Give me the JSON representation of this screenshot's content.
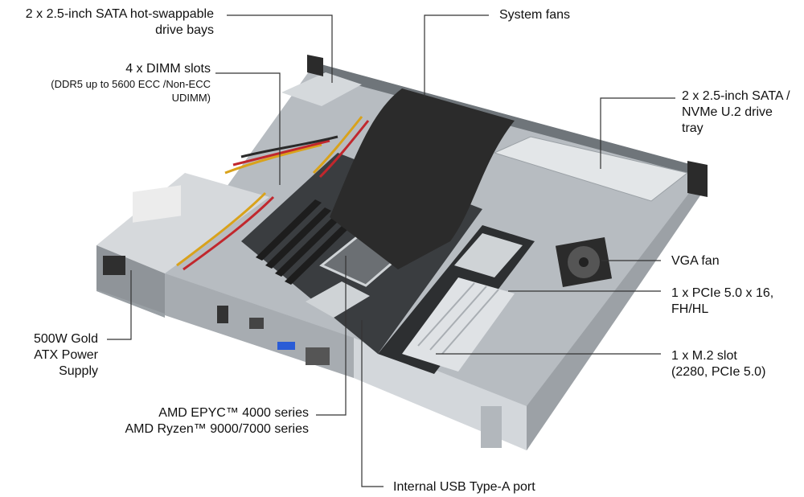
{
  "callouts": {
    "sata_bays": {
      "line1": "2 x 2.5-inch SATA hot-swappable",
      "line2": "drive bays"
    },
    "dimm": {
      "line1": "4 x DIMM slots",
      "line2": "(DDR5 up to 5600 ECC /Non-ECC",
      "line3": "UDIMM)"
    },
    "system_fans": {
      "line1": "System fans"
    },
    "nvme_tray": {
      "line1": "2 x 2.5-inch SATA /",
      "line2": "NVMe U.2 drive",
      "line3": "tray"
    },
    "vga_fan": {
      "line1": "VGA fan"
    },
    "pcie": {
      "line1": "1 x PCIe 5.0 x 16,",
      "line2": "FH/HL"
    },
    "m2": {
      "line1": "1 x M.2 slot",
      "line2": "(2280, PCIe 5.0)"
    },
    "psu": {
      "line1": "500W Gold",
      "line2": "ATX Power",
      "line3": "Supply"
    },
    "cpu": {
      "line1": "AMD EPYC™ 4000 series",
      "line2": "AMD Ryzen™ 9000/7000 series"
    },
    "usb": {
      "line1": "Internal USB Type-A port"
    }
  },
  "colors": {
    "chassis": "#c9cdd2",
    "chassis_dark": "#8c9196",
    "shroud": "#2b2b2b",
    "board": "#3a3d40",
    "heatsink": "#d9dde0"
  }
}
